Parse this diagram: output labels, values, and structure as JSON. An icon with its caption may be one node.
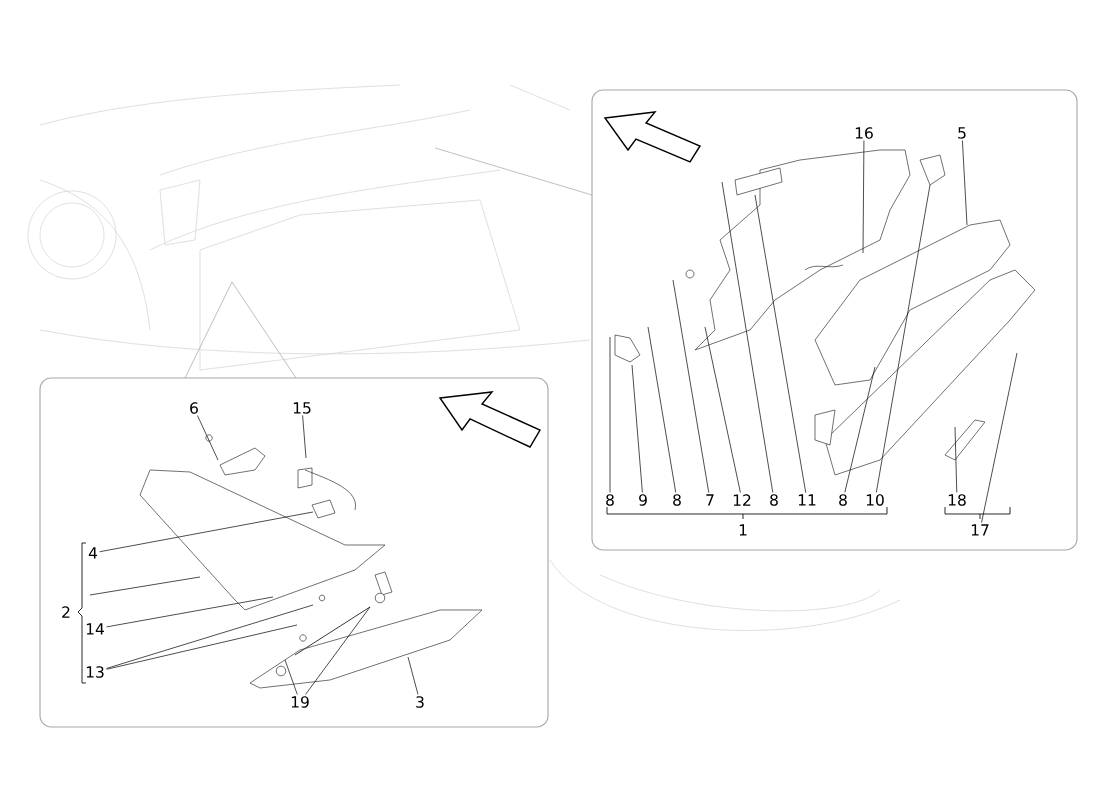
{
  "diagram": {
    "nodes": [
      {
        "text": [
          "6"
        ]
      },
      {
        "text": [
          "15"
        ]
      },
      {
        "text": [
          "4"
        ]
      },
      {
        "text": [
          "14"
        ]
      },
      {
        "text": [
          "13"
        ]
      },
      {
        "text": [
          "19"
        ]
      },
      {
        "text": [
          "3"
        ]
      },
      {
        "text": [
          "16"
        ]
      },
      {
        "text": [
          "5"
        ]
      },
      {
        "text": [
          "8"
        ]
      },
      {
        "text": [
          "9"
        ]
      },
      {
        "text": [
          "8"
        ]
      },
      {
        "text": [
          "7"
        ]
      },
      {
        "text": [
          "12"
        ]
      },
      {
        "text": [
          "8"
        ]
      },
      {
        "text": [
          "11"
        ]
      },
      {
        "text": [
          "8"
        ]
      },
      {
        "text": [
          "10"
        ]
      },
      {
        "text": [
          "18"
        ]
      },
      {
        "text": [
          "17"
        ]
      }
    ],
    "edges": [
      {
        "from": 0,
        "to": null,
        "arrow": "none"
      },
      {
        "from": 1,
        "to": null,
        "arrow": "none"
      },
      {
        "from": 2,
        "to": null,
        "arrow": "none"
      },
      {
        "from": 3,
        "to": null,
        "arrow": "none"
      },
      {
        "from": 4,
        "to": null,
        "arrow": "none"
      },
      {
        "from": 4,
        "to": null,
        "arrow": "none"
      },
      {
        "from": 5,
        "to": null,
        "arrow": "none"
      },
      {
        "from": 5,
        "to": null,
        "arrow": "none"
      },
      {
        "from": 6,
        "to": null,
        "arrow": "none"
      },
      {
        "from": 7,
        "to": null,
        "arrow": "none"
      },
      {
        "from": 8,
        "to": null,
        "arrow": "none"
      },
      {
        "from": 9,
        "to": null,
        "arrow": "none"
      },
      {
        "from": 10,
        "to": null,
        "arrow": "none"
      },
      {
        "from": 11,
        "to": null,
        "arrow": "none"
      },
      {
        "from": 12,
        "to": null,
        "arrow": "none"
      },
      {
        "from": 13,
        "to": null,
        "arrow": "none"
      },
      {
        "from": 14,
        "to": null,
        "arrow": "none"
      },
      {
        "from": 15,
        "to": null,
        "arrow": "none"
      },
      {
        "from": 16,
        "to": null,
        "arrow": "none"
      },
      {
        "from": 17,
        "to": null,
        "arrow": "none"
      },
      {
        "from": 18,
        "to": null,
        "arrow": "none"
      },
      {
        "from": 19,
        "to": null,
        "arrow": "none"
      }
    ],
    "labels": [
      "1",
      "2"
    ]
  }
}
